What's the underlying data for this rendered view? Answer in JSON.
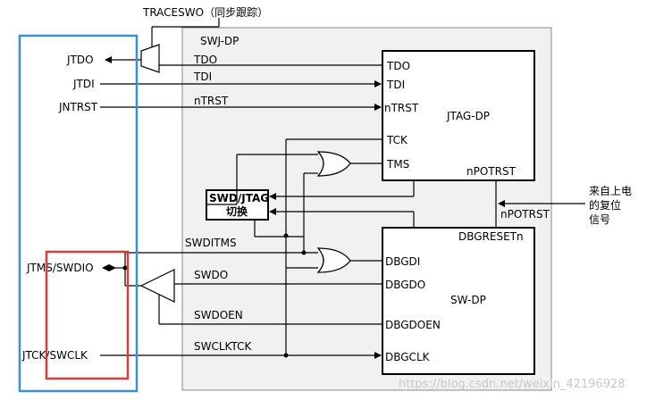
{
  "top_label": "TRACESWO（同步跟踪）",
  "swj_dp_label": "SWJ-DP",
  "jtag_dp": {
    "name": "JTAG-DP",
    "ports": {
      "tdo": "TDO",
      "tdi": "TDI",
      "ntrst": "nTRST",
      "tck": "TCK",
      "tms": "TMS",
      "npotrst": "nPOTRST"
    }
  },
  "sw_dp": {
    "name": "SW-DP",
    "ports": {
      "dbgreset": "DBGRESETn",
      "dbgdi": "DBGDI",
      "dbgdo": "DBGDO",
      "dbgdoen": "DBGDOEN",
      "dbgclk": "DBGCLK"
    }
  },
  "switch_block": {
    "line1": "SWD/JTAG",
    "line2": "切换"
  },
  "pins": {
    "jtdo": "JTDO",
    "jtdi": "JTDI",
    "jntrst": "JNTRST",
    "jtms_swdio": "JTMS/SWDIO",
    "jtck_swclk": "JTCK/SWCLK"
  },
  "signals": {
    "tdo": "TDO",
    "tdi": "TDI",
    "ntrst": "nTRST",
    "swditms": "SWDITMS",
    "swdo": "SWDO",
    "swdoen": "SWDOEN",
    "swclktck": "SWCLKTCK",
    "npotrst": "nPOTRST"
  },
  "reset_source": {
    "line1": "来自上电",
    "line2": "的复位",
    "line3": "信号"
  },
  "watermark": "https://blog.csdn.net/weixin_42196928",
  "colors": {
    "blue_box": "#3a8fd8",
    "red_box": "#e03b3b",
    "swj_fill": "#f1f1f1",
    "line": "#000000"
  }
}
